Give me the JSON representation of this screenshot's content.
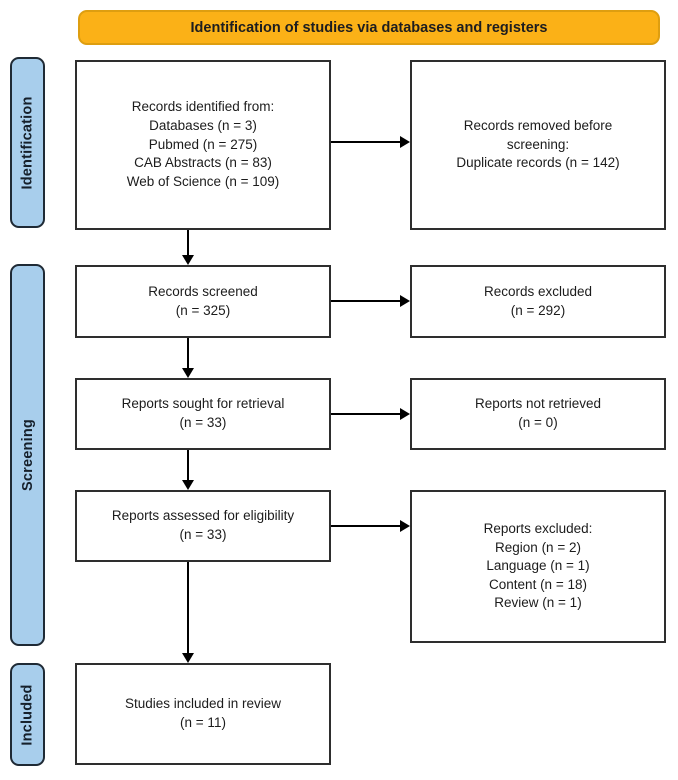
{
  "banner": {
    "label": "Identification of studies via databases and registers"
  },
  "stages": {
    "identification": "Identification",
    "screening": "Screening",
    "included": "Included"
  },
  "boxes": {
    "records_identified": "Records identified from:\nDatabases (n = 3)\nPubmed (n = 275)\nCAB Abstracts (n = 83)\nWeb of Science (n = 109)",
    "records_removed": "Records removed before\nscreening:\nDuplicate records (n = 142)",
    "records_screened": "Records screened\n(n = 325)",
    "records_excluded": "Records excluded\n(n = 292)",
    "reports_sought": "Reports sought for retrieval\n(n = 33)",
    "reports_not_retrieved": "Reports not retrieved\n(n = 0)",
    "reports_assessed": "Reports assessed for eligibility\n(n = 33)",
    "reports_excluded": "Reports excluded:\nRegion (n = 2)\nLanguage (n = 1)\nContent (n = 18)\nReview (n = 1)",
    "studies_included": "Studies included in review\n(n = 11)"
  },
  "colors": {
    "banner_fill": "#FBB117",
    "banner_border": "#DE9E10",
    "stage_fill": "#A8CEEC",
    "stage_border": "#1F2A35",
    "box_border": "#2E2E2E",
    "arrow": "#000000",
    "text": "#1C1C1C"
  }
}
